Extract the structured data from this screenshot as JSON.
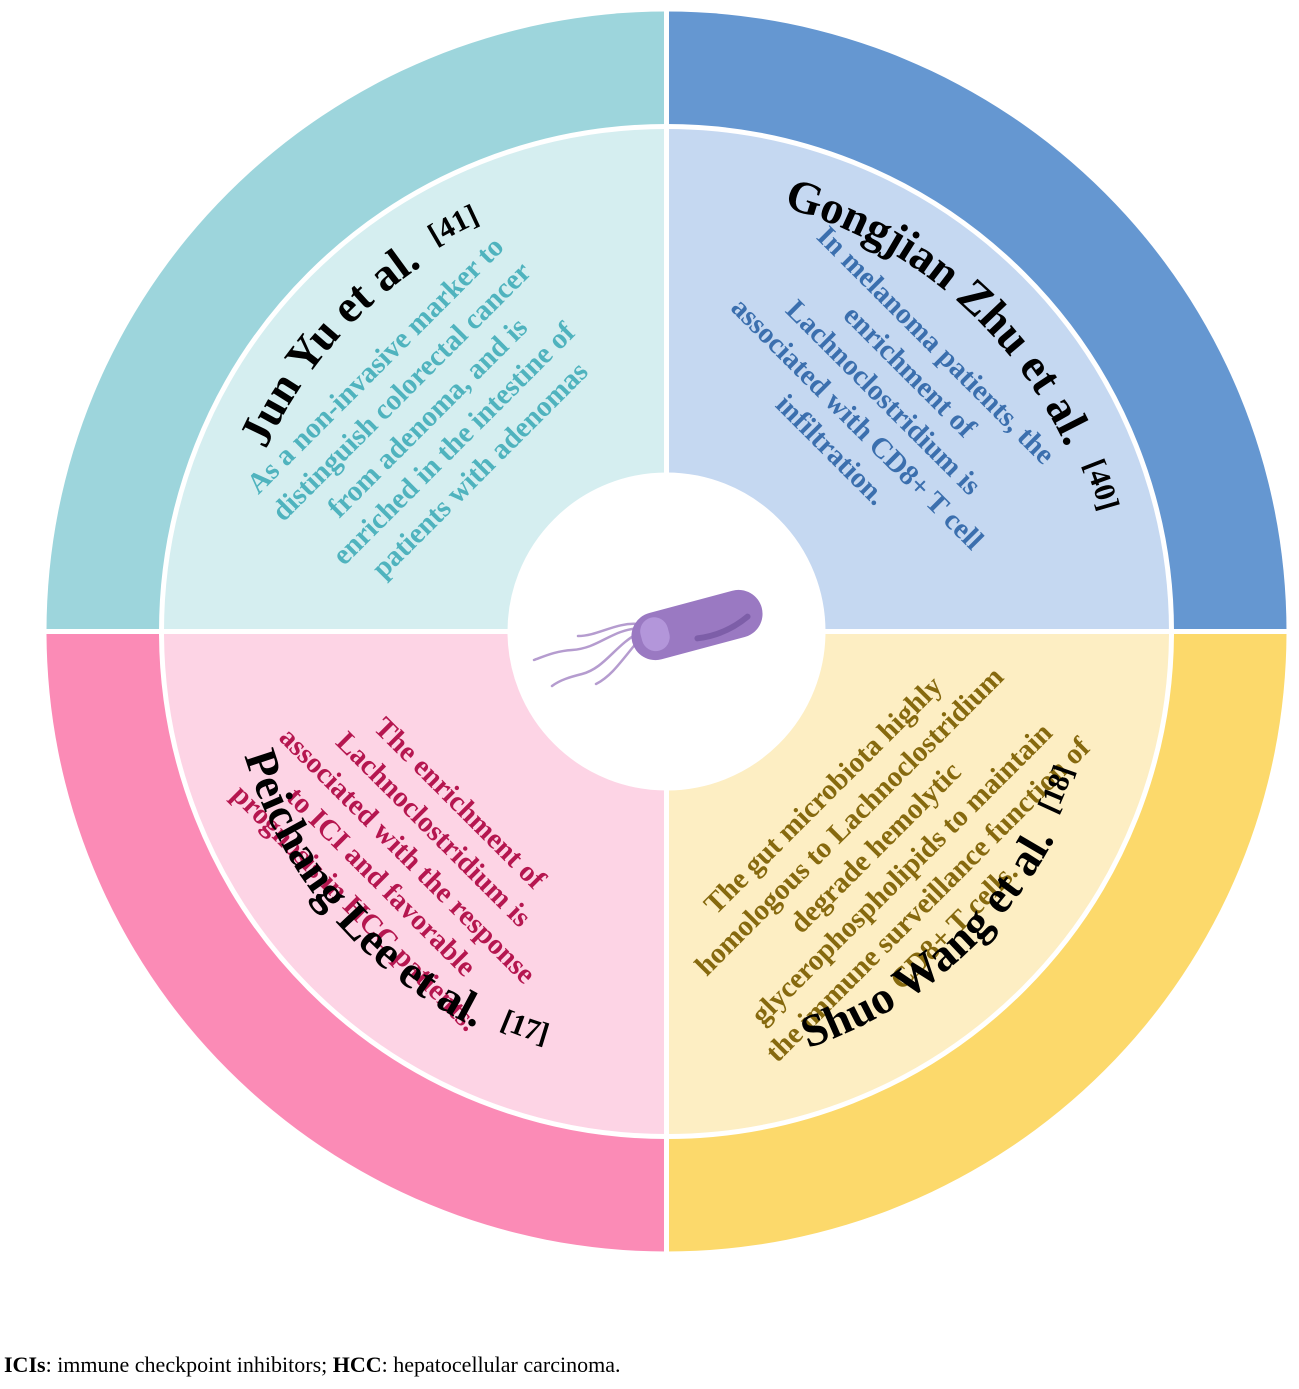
{
  "quadrants": [
    {
      "id": "top-left",
      "author": "Jun Yu et al.",
      "ref": "[41]",
      "outer_color": "#9dd5dc",
      "inner_color": "#d5eef0",
      "text_color": "#4fb3be",
      "lines": [
        "As a non-invasive marker to",
        "distinguish colorectal cancer",
        "from adenoma, and is",
        "enriched in the intestine of",
        "patients with adenomas"
      ]
    },
    {
      "id": "top-right",
      "author": "Gongjian Zhu et al.",
      "ref": "[40]",
      "outer_color": "#6597d1",
      "inner_color": "#c5d8f1",
      "text_color": "#3b6fae",
      "lines": [
        "In melanoma patients, the",
        "enrichment of",
        "Lachnoclostridium is",
        "associated with CD8+ T cell",
        "infiltration."
      ]
    },
    {
      "id": "bottom-left",
      "author": "Peichang Lee et al.",
      "ref": "[17]",
      "outer_color": "#fb8bb6",
      "inner_color": "#fdd4e5",
      "text_color": "#b5164f",
      "lines": [
        "The enrichment of",
        "Lachnoclostridium is",
        "associated with the response",
        "to ICI and favorable",
        "prognosis in HCC patients."
      ]
    },
    {
      "id": "bottom-right",
      "author": "Shuo Wang et al.",
      "ref": "[18]",
      "outer_color": "#fcd96b",
      "inner_color": "#fdeec3",
      "text_color": "#86690e",
      "lines": [
        "The gut microbiota highly",
        "homologous to Lachnoclostridium",
        "degrade hemolytic",
        "glycerophospholipids to maintain",
        "the immune surveillance function of",
        "CD8+ T cells."
      ]
    }
  ],
  "center_icon": "bacterium-icon",
  "colors": {
    "divider": "#ffffff",
    "bacterium_body": "#9a79c2",
    "bacterium_highlight": "#b99ee0",
    "bacterium_shade": "#7d5ea8",
    "flagella": "#b59ccf"
  },
  "footnote": [
    {
      "term": "ICIs",
      "definition": ": immune checkpoint inhibitors; "
    },
    {
      "term": "HCC",
      "definition": ": hepatocellular carcinoma."
    }
  ]
}
